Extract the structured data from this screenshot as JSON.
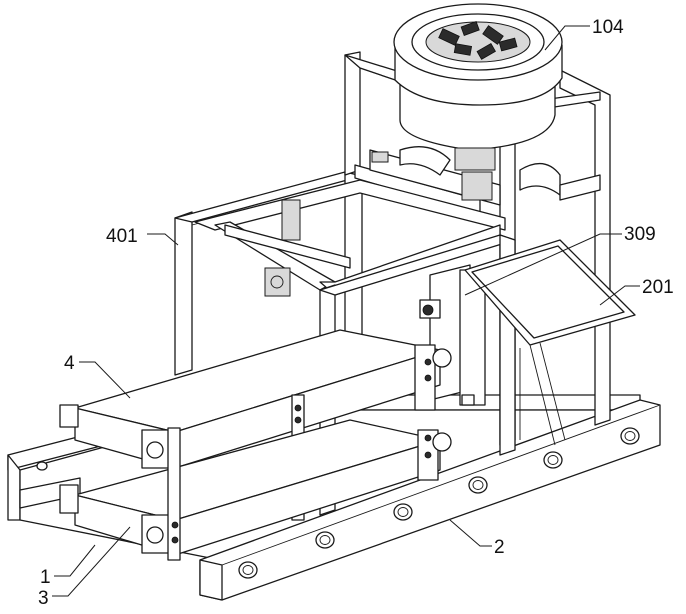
{
  "figure": {
    "labels": {
      "l104": "104",
      "l309": "309",
      "l401": "401",
      "l201": "201",
      "l4": "4",
      "l1": "1",
      "l2": "2",
      "l3": "3"
    }
  }
}
